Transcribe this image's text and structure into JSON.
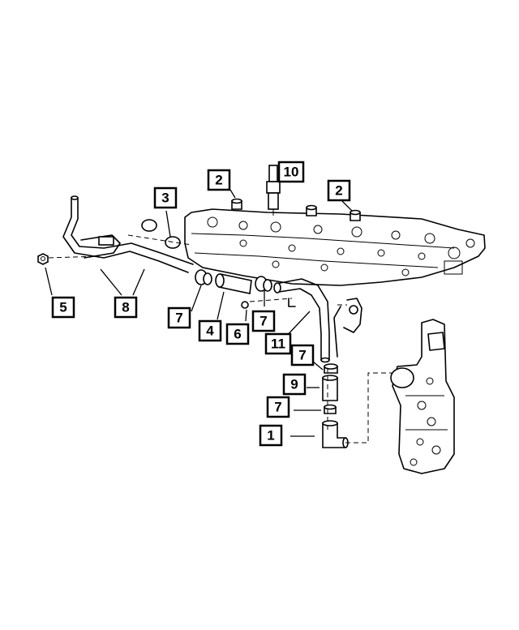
{
  "diagram": {
    "callouts": [
      {
        "label": "1"
      },
      {
        "label": "2"
      },
      {
        "label": "2"
      },
      {
        "label": "3"
      },
      {
        "label": "4"
      },
      {
        "label": "5"
      },
      {
        "label": "6"
      },
      {
        "label": "7"
      },
      {
        "label": "7"
      },
      {
        "label": "7"
      },
      {
        "label": "7"
      },
      {
        "label": "8"
      },
      {
        "label": "9"
      },
      {
        "label": "10"
      },
      {
        "label": "11"
      }
    ]
  }
}
